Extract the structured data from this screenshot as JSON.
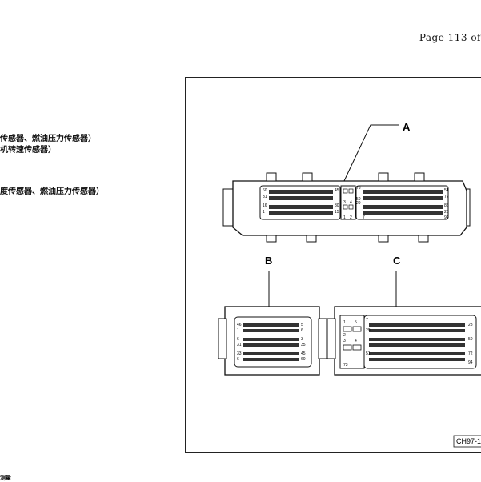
{
  "header": {
    "page_label": "Page 113 of"
  },
  "left_text": {
    "line1": "传感器、燃油压力传感器）",
    "line2": "机转速传感器）",
    "line3": "度传感器、燃油压力传感器）",
    "bottom": "测量"
  },
  "figure": {
    "label_a": "A",
    "label_b": "B",
    "label_c": "C",
    "code": "CH97-1",
    "pins_a": [
      "60",
      "31",
      "45",
      "16",
      "30",
      "1",
      "15",
      "73",
      "51",
      "72",
      "29",
      "50",
      "86",
      "3",
      "4",
      "28",
      "1",
      "2",
      "7",
      "94"
    ],
    "pins_b": [
      "46",
      "1",
      "5",
      "6",
      "6",
      "31",
      "35",
      "33",
      "3",
      "6",
      "45",
      "60"
    ],
    "pins_c": [
      "1",
      "5",
      "7",
      "2",
      "3",
      "4",
      "28",
      "29",
      "51",
      "50",
      "72",
      "73",
      "94"
    ]
  }
}
